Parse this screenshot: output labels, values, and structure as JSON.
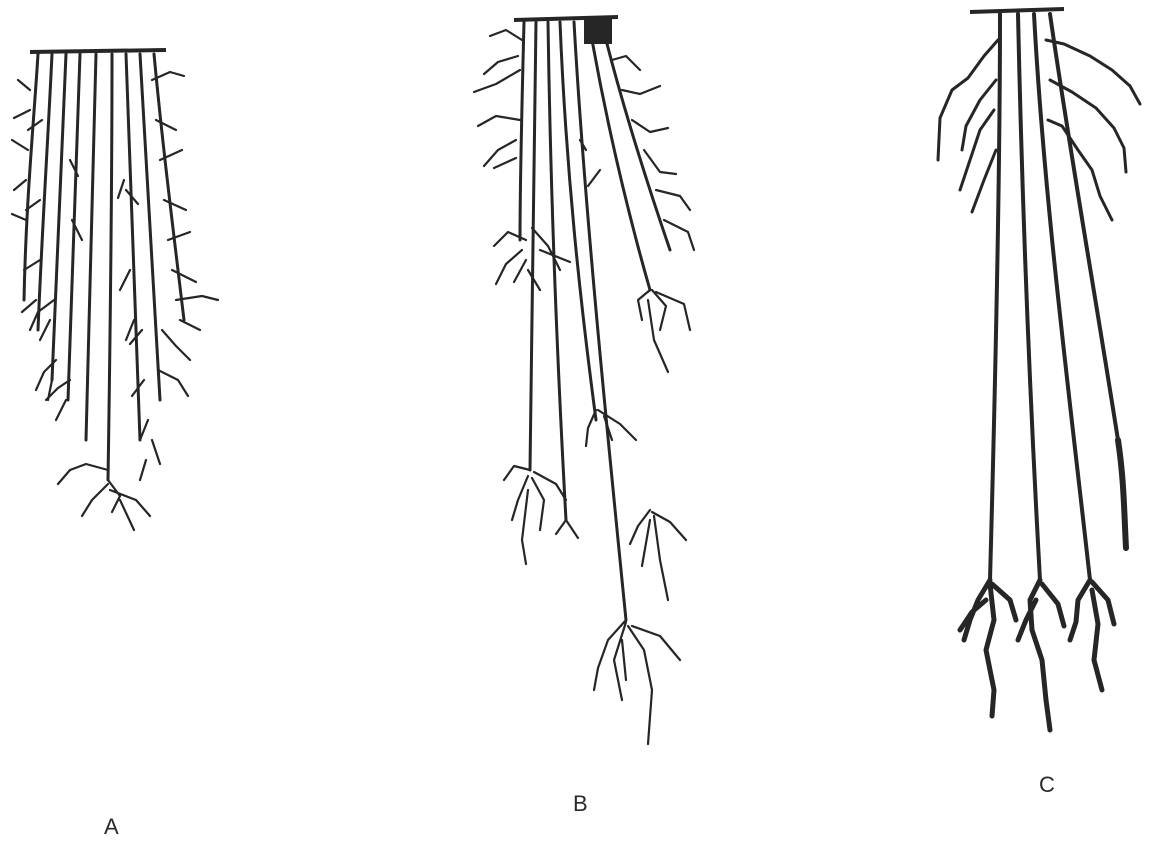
{
  "panels": [
    {
      "id": "A",
      "label": "A"
    },
    {
      "id": "B",
      "label": "B"
    },
    {
      "id": "C",
      "label": "C"
    }
  ],
  "colors": {
    "ink": "#262626",
    "background": "#ffffff"
  }
}
